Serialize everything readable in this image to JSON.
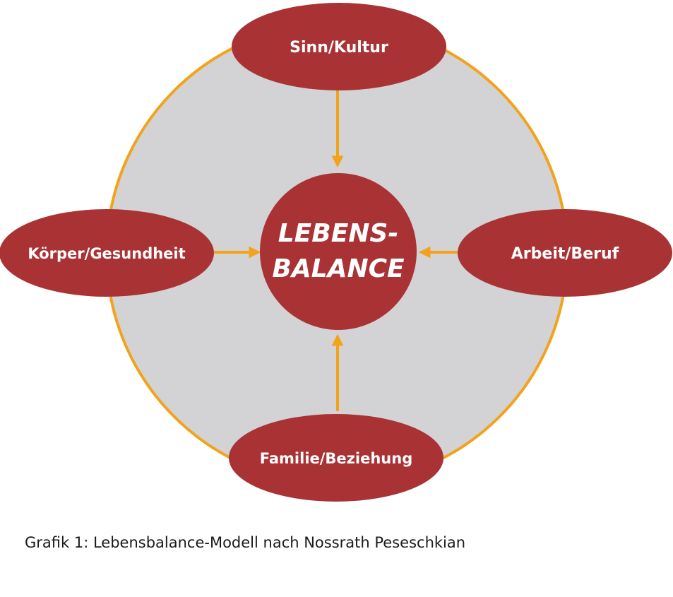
{
  "diagram": {
    "center": {
      "line1": "LEBENS-",
      "line2": "BALANCE"
    },
    "nodes": {
      "top": "Sinn/Kultur",
      "left": "Körper/Gesundheit",
      "right": "Arbeit/Beruf",
      "bottom": "Familie/Beziehung"
    },
    "colors": {
      "node_fill": "#a93234",
      "ring_stroke": "#f2a31b",
      "arrow": "#f2a31b",
      "disc_fill": "#d3d3d5",
      "label_text": "#ffffff"
    }
  },
  "caption": "Grafik 1:  Lebensbalance-Modell nach Nossrath Peseschkian"
}
